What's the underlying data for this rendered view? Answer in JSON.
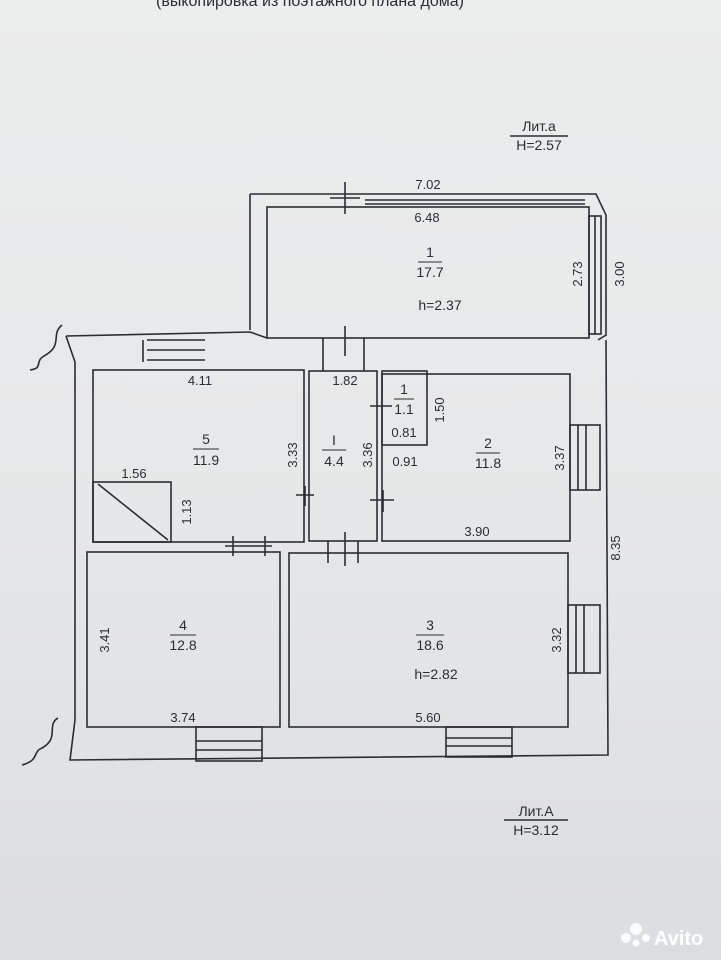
{
  "header_text": "(выкопировка из поэтажного плана дома)",
  "lit_small": {
    "name": "Лит.а",
    "height": "H=2.57"
  },
  "lit_main": {
    "name": "Лит.А",
    "height": "H=3.12"
  },
  "rooms": [
    {
      "number": "1",
      "area": "17.7",
      "height_label": "h=2.37"
    },
    {
      "number": "1",
      "area": "1.1",
      "extra": "0.81"
    },
    {
      "number": "2",
      "area": "11.8"
    },
    {
      "number": "3",
      "area": "18.6",
      "height_label": "h=2.82"
    },
    {
      "number": "4",
      "area": "12.8"
    },
    {
      "number": "5",
      "area": "11.9"
    },
    {
      "number": "I",
      "area": "4.4"
    }
  ],
  "dimensions": {
    "outer_top": "7.02",
    "r1_inner_width": "6.48",
    "r1_inner_depth": "2.73",
    "r1_outer_depth": "3.00",
    "r5_width": "4.11",
    "r5_depth": "3.33",
    "corridor_width": "1.82",
    "corridor_depth": "3.36",
    "closet_depth": "1.50",
    "closet_width": "0.91",
    "r2_depth": "3.37",
    "r2_width": "3.90",
    "stair_width": "1.56",
    "stair_depth": "1.13",
    "main_depth": "8.35",
    "r4_depth": "3.41",
    "r4_width": "3.74",
    "r3_depth": "3.32",
    "r3_width": "5.60"
  },
  "watermark": "Avito",
  "colors": {
    "ink": "#2b2d33",
    "paper": "#e9eaea"
  }
}
